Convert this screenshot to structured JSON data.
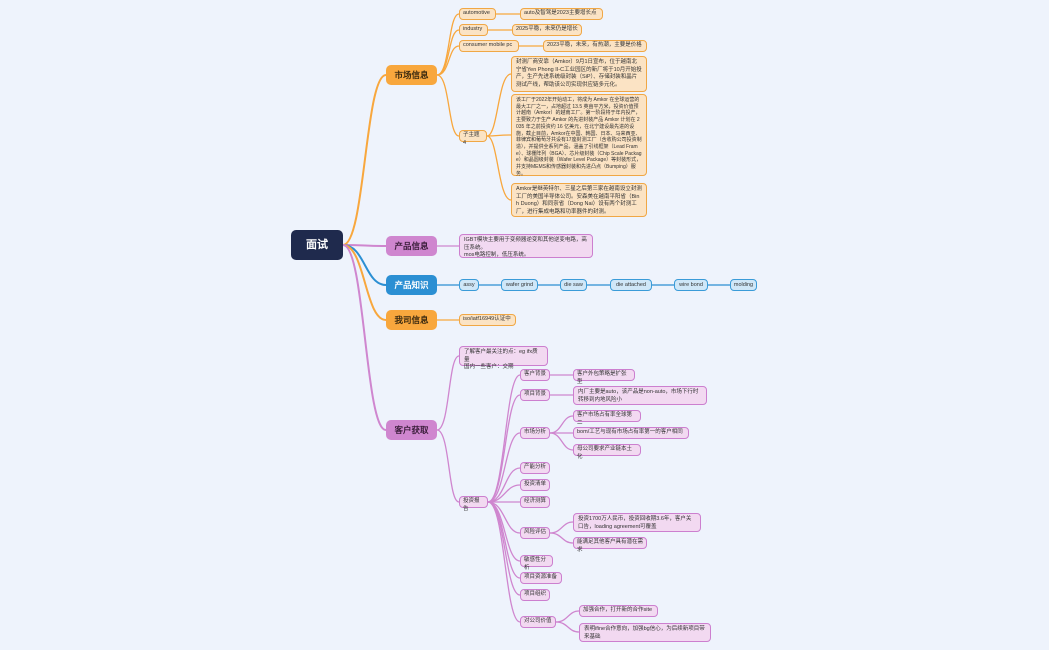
{
  "root": "面试",
  "categories": {
    "market": "市场信息",
    "product": "产品信息",
    "knowledge": "产品知识",
    "company": "我司信息",
    "customer": "客户获取"
  },
  "market": {
    "automotive": "automotive",
    "automotive_desc": "auto及智驾是2023主要增长点",
    "industry": "industry",
    "industry_desc": "2025平稳，未来仍是增长",
    "consumer": "consumer mobile pc",
    "consumer_desc": "2023平稳，未来，有热潮，主要是价格",
    "subtopic": "子主题 4",
    "para1": "封测厂商安靠（Amkor）9月1日宣布，位于越南北宁省Yen Phong II-C工业园区的新厂将于10月开始投产，生产先进系统级封装（SiP）、存储封装和晶片测试产线，帮助该公司实现供应链多元化。",
    "para2": "该工厂于2022年开始动工，将成为 Amkor 在全球运营的最大工厂之一，占地超过 13.5 英亩平方米，投资价值预计越南（Amkor）的越南工厂。第一阶段将于年内投产，主要致力于生产 Amkor 的先进封装产品 Amkor 计划在 2035 年之前投资约 16 亿美元，在北宁建设最先进的设施，截止目前，Amkor在中国、韩国、日本、马来西亚、菲律宾和葡萄牙共设有17座封测工厂（含收购公司投资制造），并提供全系列产品，涵盖了引线框架（Lead Frame）、球栅阵列（BGA）、芯片级封装（Chip Scale Package）和晶圆级封装（Wafer Level Package）等封装形式，并支持MEMS和传感器封装和先进凸点（Bumping）服务。",
    "para3": "Amkor是继英特尔、三星之后第三家在越南设立封测工厂的美国半导体公司。安森美在越南平阳省（Binh Duong）和同奈省（Dong Nai）设有两个封测工厂，进行集成电路和功率器件的封测。"
  },
  "product": {
    "desc1": "IGBT模块主要用于变频器逆变和其他逆变电路，高压系统。",
    "desc2": "mos电路控制，低压系统。"
  },
  "process": [
    "assy",
    "wafer grind",
    "die saw",
    "die attached",
    "wire bond",
    "molding"
  ],
  "company": {
    "desc": "iso/iatf16949认证中"
  },
  "customer": {
    "understand": "了解客户最关注的点：eg ifx质量",
    "understand2": "国内一些客户：交期",
    "plan": "投资报告",
    "items": {
      "background": "客户背景",
      "background_desc": "客户外包策略是扩张型",
      "project": "项目背景",
      "project_desc": "内厂主要是auto，该产品是non-auto，市场下行时转移到内地风险小",
      "market": "市场分析",
      "market_d1": "客户市场占有率全球第二",
      "market_d2": "bom/工艺与现有市场占有率第一的客户相同",
      "market_d3": "母公司要求产业链本土化",
      "capacity": "产能分析",
      "invest_list": "投资清单",
      "budget": "经济测算",
      "risk": "风险评估",
      "risk_d1": "投资1700万人民币，投资回收期3.6年，客户关口告，loading agreement可覆盖",
      "risk_d2": "能满足其他客户具有潜在需求",
      "sensitivity": "敏感性分析",
      "resources": "项目资源准备",
      "org": "项目组织",
      "value": "对公司价值",
      "value_d1": "加强合作，打开新的合作site",
      "value_d2": "表明ifine合作意向，加强bg信心，为后续新项目带来基础"
    }
  },
  "colors": {
    "orange": "#f8a73d",
    "purple": "#cf86cf",
    "blue": "#2b8fd3",
    "root": "#1f2a4d"
  }
}
